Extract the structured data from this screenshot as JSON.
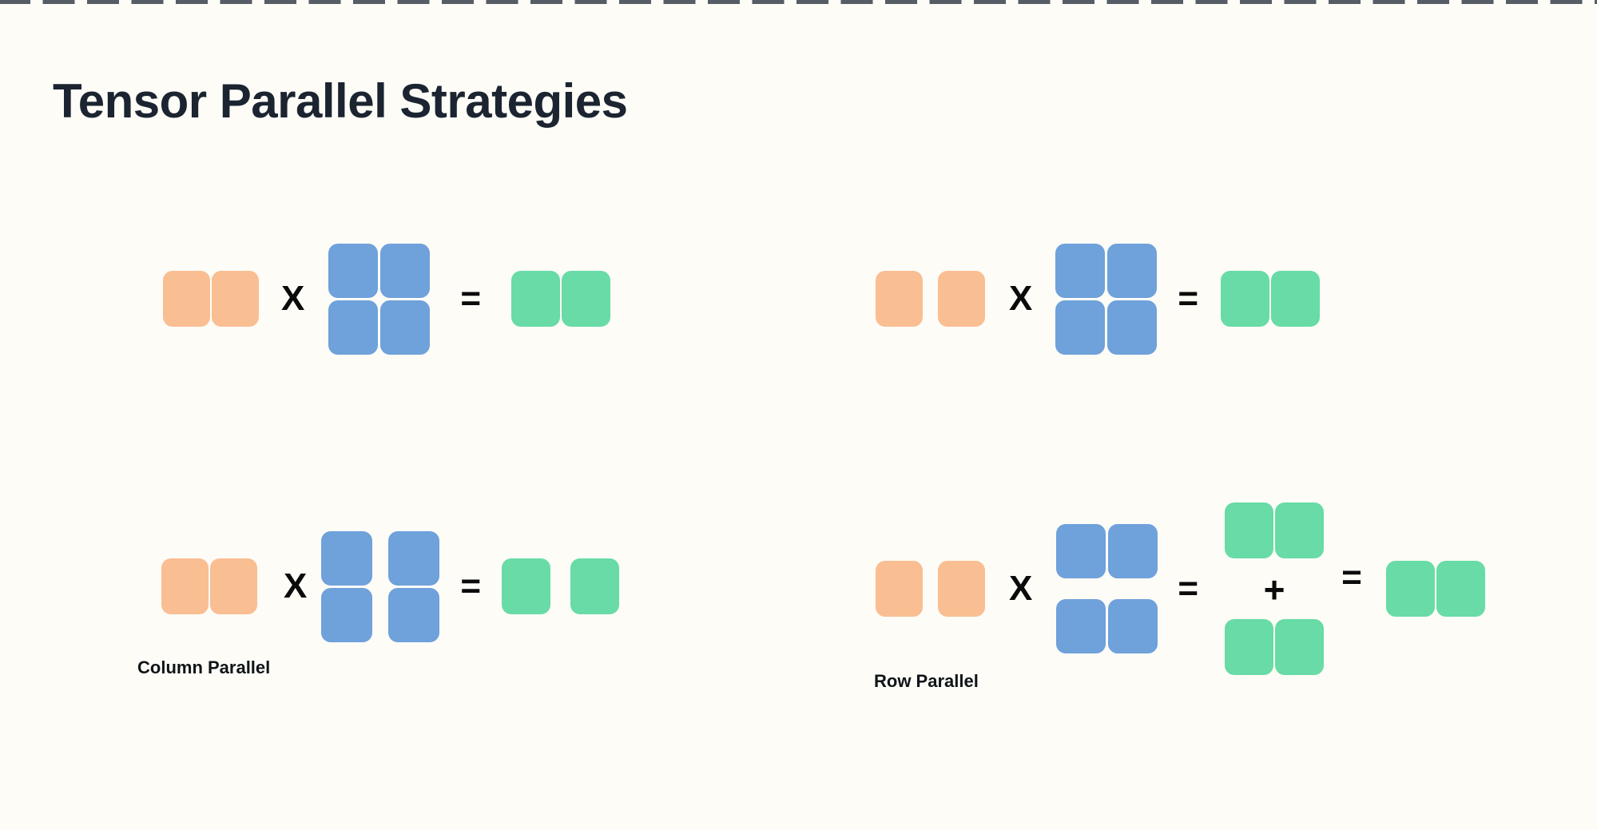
{
  "slide": {
    "title": "Tensor Parallel Strategies"
  },
  "operators": {
    "multiply": "X",
    "equals": "=",
    "plus": "+"
  },
  "equations": {
    "top_left": {
      "input_blocks": 2,
      "weight_layout": "2x2-joined",
      "output_blocks": 2,
      "output_layout": "joined"
    },
    "top_right": {
      "input_blocks": 2,
      "input_layout": "split",
      "weight_layout": "2x2-joined",
      "output_blocks": 2,
      "output_layout": "joined"
    },
    "bottom_left": {
      "label": "Column Parallel",
      "input_blocks": 2,
      "weight_layout": "2x2-split-columns",
      "output_blocks": 2,
      "output_layout": "split"
    },
    "bottom_right": {
      "label": "Row Parallel",
      "input_blocks": 2,
      "input_layout": "split",
      "weight_layout": "2x2-split-rows",
      "partial_output_pairs": 2,
      "output_blocks": 2,
      "output_layout": "joined"
    }
  },
  "colors": {
    "background": "#FDFCF7",
    "title_text": "#1B2430",
    "input_block": "#F9BE92",
    "weight_block": "#6FA1DB",
    "output_block": "#68DBA6",
    "operator_text": "#0B0B0B",
    "top_edge_marks": "#575D66"
  }
}
